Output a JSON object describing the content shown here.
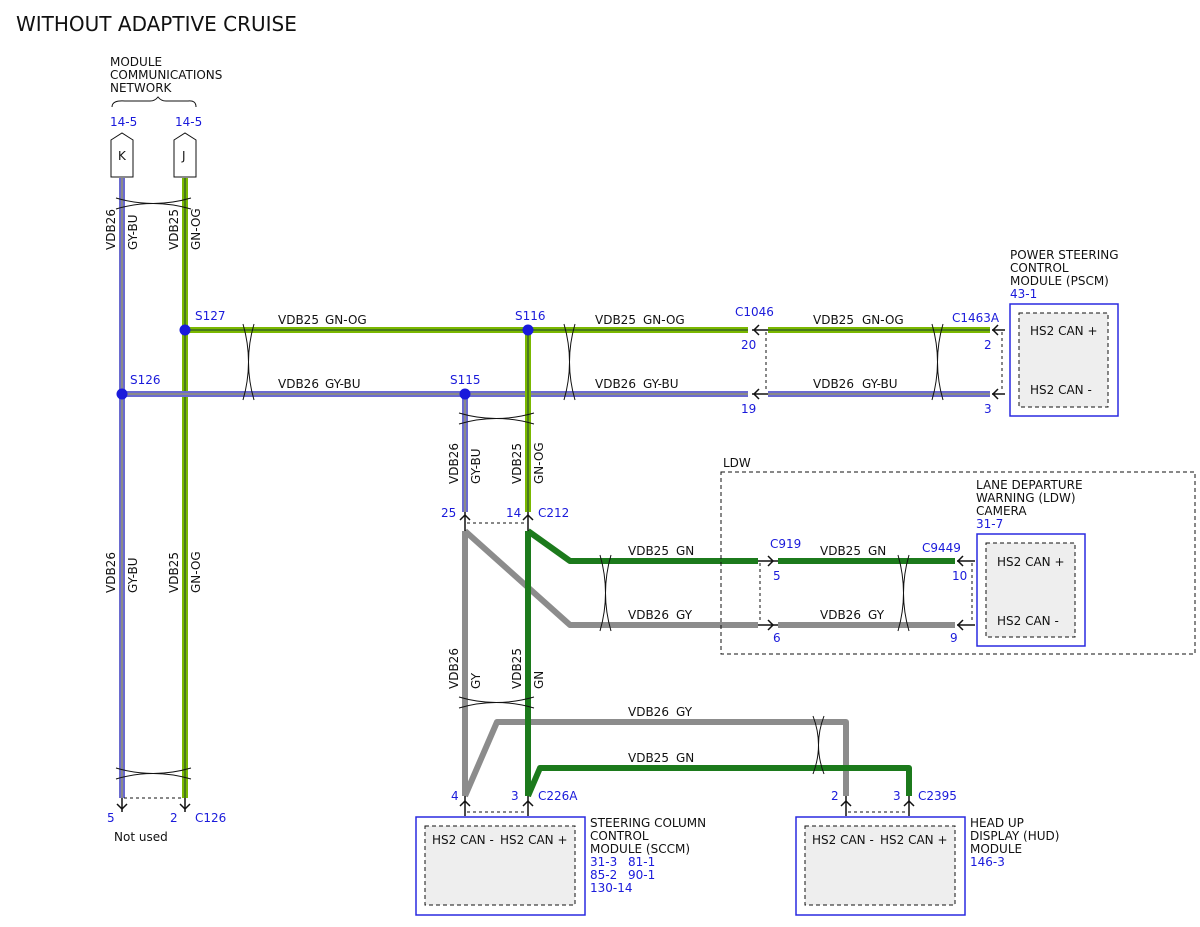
{
  "title": "WITHOUT ADAPTIVE CRUISE",
  "colors": {
    "gn_og_wire": "#7ab800",
    "gn_og_core": "#4a7a1c",
    "gy_bu_wire": "#6a6ad0",
    "gy_bu_core": "#8a8a8a",
    "gn_wire": "#1c7a1c",
    "gy_wire": "#8c8c8c",
    "splice": "#1a1adb",
    "blue_text": "#1a1adb",
    "module_border": "#2a2ae0",
    "module_fill": "#eeeeee"
  },
  "network": {
    "heading": [
      "MODULE",
      "COMMUNICATIONS",
      "NETWORK"
    ],
    "ref_k": "14-5",
    "ref_j": "14-5",
    "conn_k": "K",
    "conn_j": "J"
  },
  "wires": {
    "vdb26": "VDB26",
    "vdb25": "VDB25",
    "gy_bu": "GY-BU",
    "gn_og": "GN-OG",
    "gn": "GN",
    "gy": "GY"
  },
  "splices": {
    "s127": "S127",
    "s126": "S126",
    "s116": "S116",
    "s115": "S115"
  },
  "connectors": {
    "c1046": "C1046",
    "c1046_pin_20": "20",
    "c1046_pin_19": "19",
    "c1463a": "C1463A",
    "c1463a_pin_2": "2",
    "c1463a_pin_3": "3",
    "c212": "C212",
    "c212_pin_25": "25",
    "c212_pin_14": "14",
    "c919": "C919",
    "c919_pin_5": "5",
    "c919_pin_6": "6",
    "c9449": "C9449",
    "c9449_pin_10": "10",
    "c9449_pin_9": "9",
    "c226a": "C226A",
    "c226a_pin_4": "4",
    "c226a_pin_3": "3",
    "c2395": "C2395",
    "c2395_pin_2": "2",
    "c2395_pin_3": "3",
    "c126": "C126",
    "c126_pin_5": "5",
    "c126_pin_2": "2",
    "not_used": "Not used"
  },
  "modules": {
    "pscm": {
      "name": [
        "POWER STEERING",
        "CONTROL",
        "MODULE (PSCM)"
      ],
      "ref": "43-1",
      "pin_plus": "HS2 CAN +",
      "pin_minus": "HS2 CAN -"
    },
    "ldw_group": "LDW",
    "ldw": {
      "name": [
        "LANE DEPARTURE",
        "WARNING (LDW)",
        "CAMERA"
      ],
      "ref": "31-7",
      "pin_plus": "HS2 CAN +",
      "pin_minus": "HS2 CAN -"
    },
    "sccm": {
      "name": [
        "STEERING COLUMN",
        "CONTROL",
        "MODULE (SCCM)"
      ],
      "refs": [
        "31-3",
        "81-1",
        "85-2",
        "90-1",
        "130-14"
      ],
      "pin_minus": "HS2 CAN -",
      "pin_plus": "HS2 CAN +"
    },
    "hud": {
      "name": [
        "HEAD UP",
        "DISPLAY (HUD)",
        "MODULE"
      ],
      "ref": "146-3",
      "pin_minus": "HS2 CAN -",
      "pin_plus": "HS2 CAN +"
    }
  }
}
